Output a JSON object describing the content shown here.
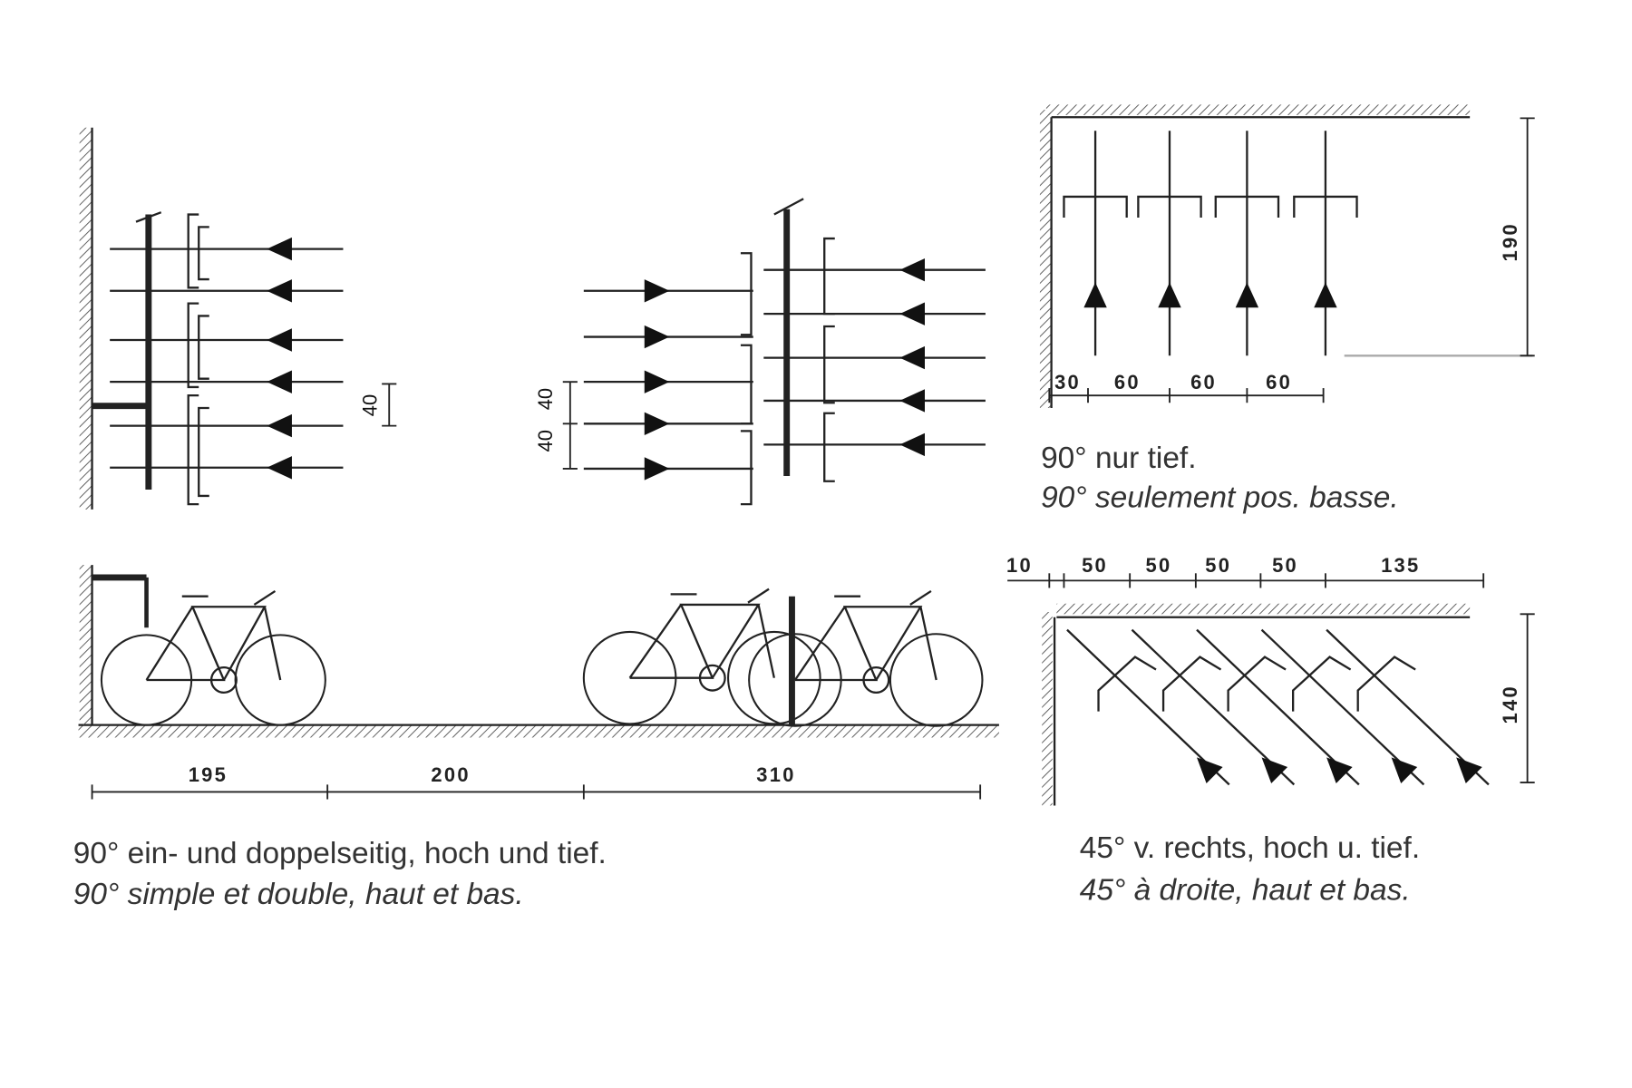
{
  "captions": {
    "top_right_de": "90° nur tief.",
    "top_right_fr": "90° seulement pos. basse.",
    "left_de": "90° ein- und doppelseitig, hoch und tief.",
    "left_fr": "90° simple et double, haut et bas.",
    "bottom_right_de": "45° v. rechts, hoch u. tief.",
    "bottom_right_fr": "45° à droite, haut et bas."
  },
  "dimensions": {
    "single_spacing": "40",
    "double_spacing_a": "40",
    "double_spacing_b": "40",
    "depth_90": "190",
    "row_90": [
      "30",
      "60",
      "60",
      "60"
    ],
    "floor": [
      "195",
      "200",
      "310"
    ],
    "row_45": [
      "10",
      "50",
      "50",
      "50",
      "50",
      "135"
    ],
    "depth_45": "140"
  }
}
